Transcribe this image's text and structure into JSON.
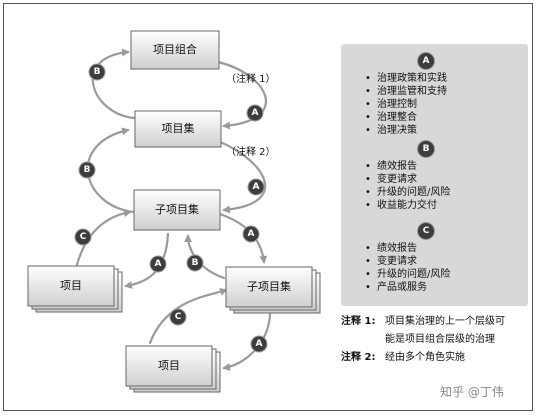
{
  "nodes": {
    "portfolio": "项目组合",
    "program": "项目集",
    "subprogram_main": "子项目集",
    "project_left": "项目",
    "subprogram_right": "子项目集",
    "project_bottom": "项目"
  },
  "notes": {
    "note1": "（注释 1）",
    "note2": "（注释 2）"
  },
  "badges": {
    "a": "A",
    "b": "B",
    "c": "C"
  },
  "legend": {
    "sections": [
      {
        "badge": "A",
        "items": [
          "治理政策和实践",
          "治理监管和支持",
          "治理控制",
          "治理整合",
          "治理决策"
        ]
      },
      {
        "badge": "B",
        "items": [
          "绩效报告",
          "变更请求",
          "升级的问题/风险",
          "收益能力交付"
        ]
      },
      {
        "badge": "C",
        "items": [
          "绩效报告",
          "变更请求",
          "升级的问题/风险",
          "产品或服务"
        ]
      }
    ]
  },
  "footnotes": {
    "note1_label": "注释 1:",
    "note1_line1": "项目集治理的上一个层级可",
    "note1_line2": "能是项目组合层级的治理",
    "note2_label": "注释 2:",
    "note2_line1": "经由多个角色实施"
  },
  "watermark": "知乎 @丁伟",
  "colors": {
    "badge_fill": "#3d3d3d",
    "panel_bg": "#d8d8d8",
    "arrow": "#9a9a9a"
  }
}
